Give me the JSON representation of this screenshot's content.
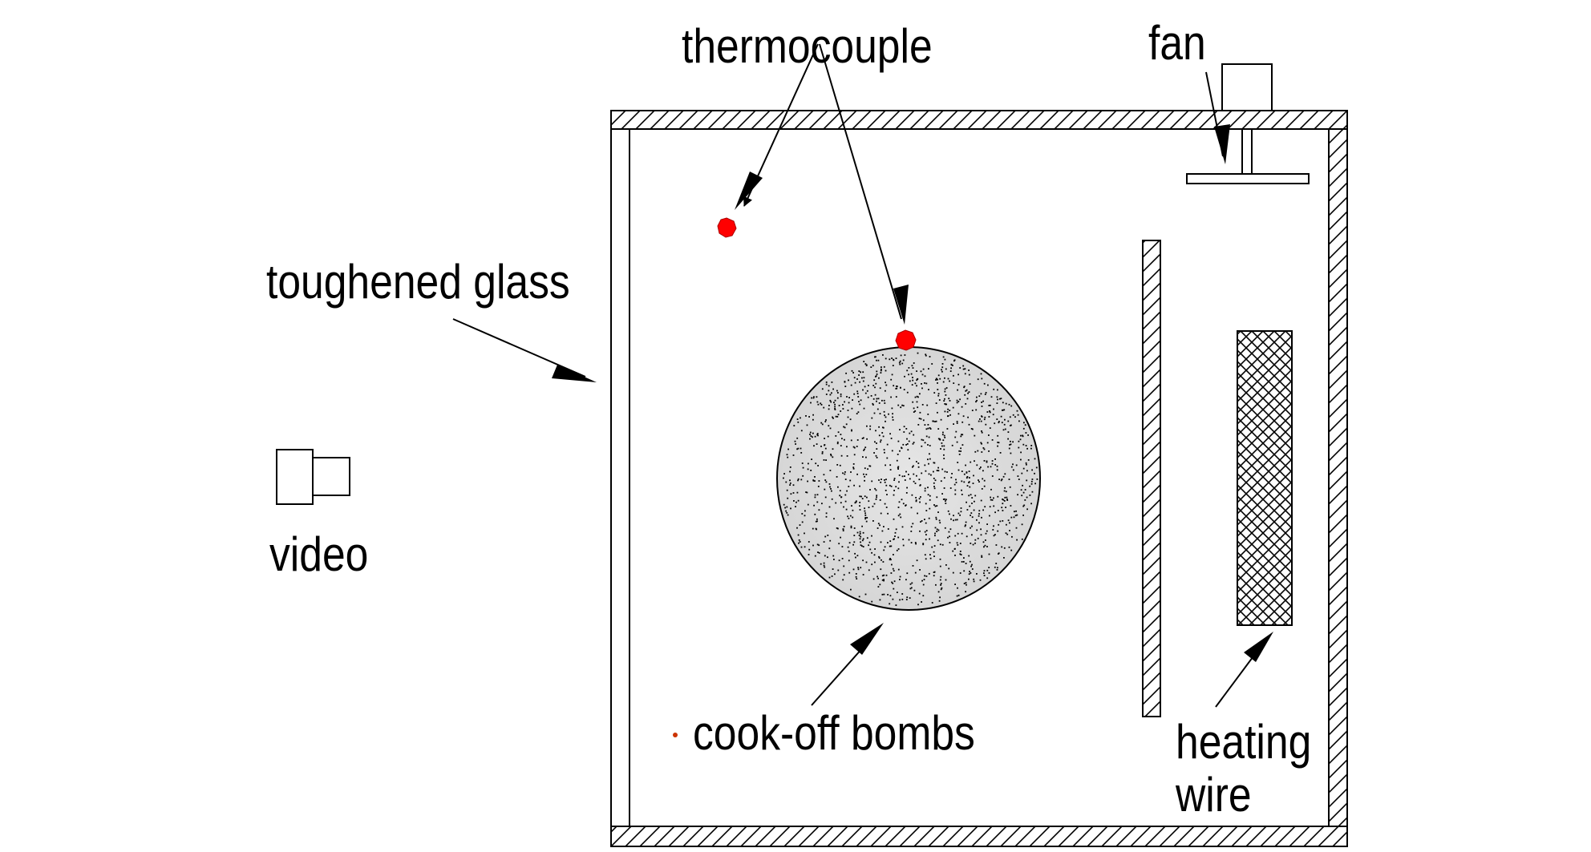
{
  "labels": {
    "thermocouple": "thermocouple",
    "fan": "fan",
    "toughened_glass": "toughened glass",
    "video": "video",
    "cook_off_bombs": "cook-off  bombs",
    "heating_wire_line1": "heating",
    "heating_wire_line2": "wire"
  },
  "colors": {
    "ink": "#000000",
    "thermocouple": "#ff0000",
    "background": "#ffffff"
  },
  "icons": [
    "video-camera-icon",
    "fan-icon",
    "thermocouple-icon"
  ]
}
